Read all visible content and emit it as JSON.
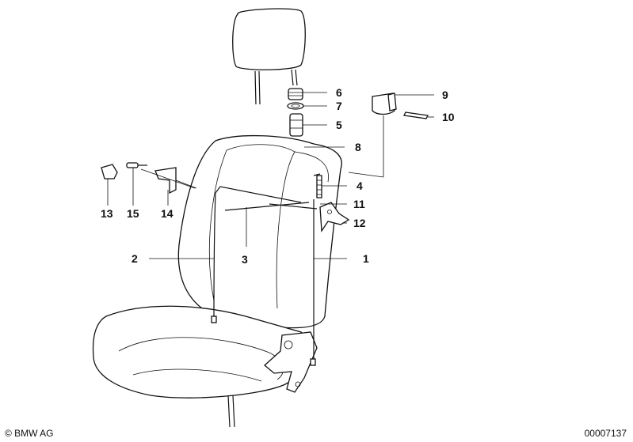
{
  "diagram": {
    "callouts": [
      {
        "id": "1",
        "text": "1"
      },
      {
        "id": "2",
        "text": "2"
      },
      {
        "id": "3",
        "text": "3"
      },
      {
        "id": "4",
        "text": "4"
      },
      {
        "id": "5",
        "text": "5"
      },
      {
        "id": "6",
        "text": "6"
      },
      {
        "id": "7",
        "text": "7"
      },
      {
        "id": "8",
        "text": "8"
      },
      {
        "id": "9",
        "text": "9"
      },
      {
        "id": "10",
        "text": "10"
      },
      {
        "id": "11",
        "text": "11"
      },
      {
        "id": "12",
        "text": "12"
      },
      {
        "id": "13",
        "text": "13"
      },
      {
        "id": "14",
        "text": "14"
      },
      {
        "id": "15",
        "text": "15"
      }
    ]
  },
  "footer": {
    "copyright": "© BMW AG",
    "code": "00007137"
  }
}
